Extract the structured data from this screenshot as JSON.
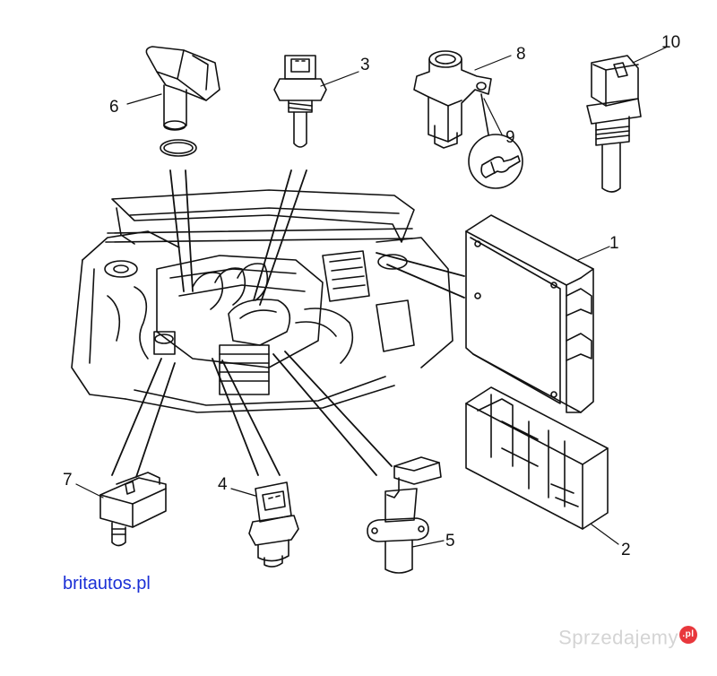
{
  "callouts": {
    "n1": "1",
    "n2": "2",
    "n3": "3",
    "n4": "4",
    "n5": "5",
    "n6": "6",
    "n7": "7",
    "n8": "8",
    "n9": "9",
    "n10": "10"
  },
  "source_label": "britautos.pl",
  "watermark": {
    "text": "Sprzedajemy",
    "badge": ".pl"
  },
  "colors": {
    "line": "#111111",
    "link": "#1a2fd6",
    "watermark": "#d4d4d4",
    "badge": "#e8373c"
  }
}
